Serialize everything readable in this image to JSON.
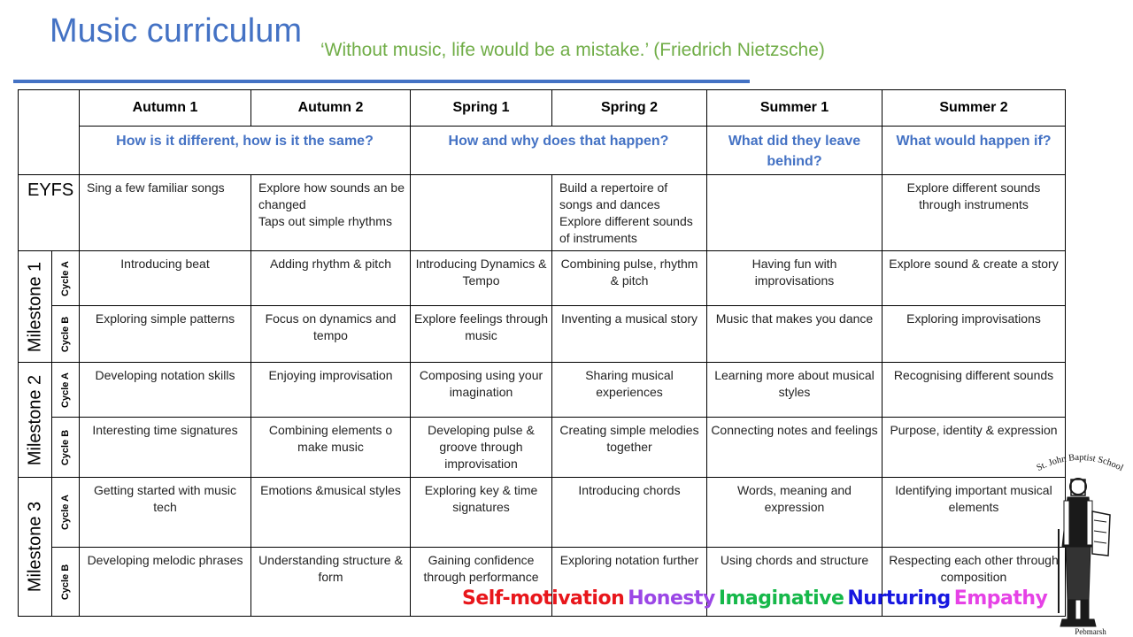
{
  "title": "Music curriculum",
  "quote": "‘Without music, life would be a mistake.’ (Friedrich Nietzsche)",
  "columns": [
    "Autumn 1",
    "Autumn 2",
    "Spring 1",
    "Spring 2",
    "Summer 1",
    "Summer 2"
  ],
  "questions": [
    "How is it different, how is it the same?",
    "How and why does that happen?",
    "What did they leave behind?",
    "What would happen if?"
  ],
  "eyfs": {
    "label": "EYFS",
    "cells": [
      "Sing a few familiar songs",
      "Explore how sounds an be changed\nTaps out simple rhythms",
      "",
      "Build a repertoire of songs and dances\nExplore different sounds of instruments",
      "",
      "Explore different sounds through instruments"
    ]
  },
  "milestones": [
    {
      "label": "Milestone 1",
      "cycles": [
        {
          "label": "Cycle A",
          "cells": [
            "Introducing beat",
            "Adding rhythm & pitch",
            "Introducing Dynamics & Tempo",
            "Combining pulse, rhythm & pitch",
            "Having fun with improvisations",
            "Explore sound & create a story"
          ]
        },
        {
          "label": "Cycle B",
          "cells": [
            "Exploring simple patterns",
            "Focus on dynamics and tempo",
            "Explore feelings through music",
            "Inventing a musical story",
            "Music that makes you dance",
            "Exploring improvisations"
          ]
        }
      ]
    },
    {
      "label": "Milestone 2",
      "cycles": [
        {
          "label": "Cycle A",
          "cells": [
            "Developing notation skills",
            "Enjoying improvisation",
            "Composing using your imagination",
            "Sharing musical experiences",
            "Learning more about musical styles",
            "Recognising different sounds"
          ]
        },
        {
          "label": "Cycle B",
          "cells": [
            "Interesting time signatures",
            "Combining elements o make music",
            "Developing pulse & groove through improvisation",
            "Creating simple melodies together",
            "Connecting notes and feelings",
            "Purpose, identity & expression"
          ]
        }
      ]
    },
    {
      "label": "Milestone 3",
      "cycles": [
        {
          "label": "Cycle A",
          "cells": [
            "Getting started with music tech",
            "Emotions &musical styles",
            "Exploring key & time signatures",
            "Introducing chords",
            "Words, meaning and expression",
            "Identifying important musical elements"
          ]
        },
        {
          "label": "Cycle B",
          "cells": [
            "Developing melodic phrases",
            "Understanding structure & form",
            "Gaining confidence through performance",
            "Exploring notation further",
            "Using chords and structure",
            "Respecting each other through composition"
          ]
        }
      ]
    }
  ],
  "values": [
    {
      "text": "Self-motivation",
      "color": "#e8161b"
    },
    {
      "text": "Honesty",
      "color": "#9b47e6"
    },
    {
      "text": "Imaginative",
      "color": "#16b84a"
    },
    {
      "text": "Nurturing",
      "color": "#1717e0"
    },
    {
      "text": "Empathy",
      "color": "#e642e6"
    }
  ],
  "logo": {
    "text": "St. John Baptist School",
    "bottom_text": "Pebmarsh"
  },
  "colors": {
    "title": "#4472c4",
    "quote": "#70ad47",
    "question": "#4472c4"
  }
}
